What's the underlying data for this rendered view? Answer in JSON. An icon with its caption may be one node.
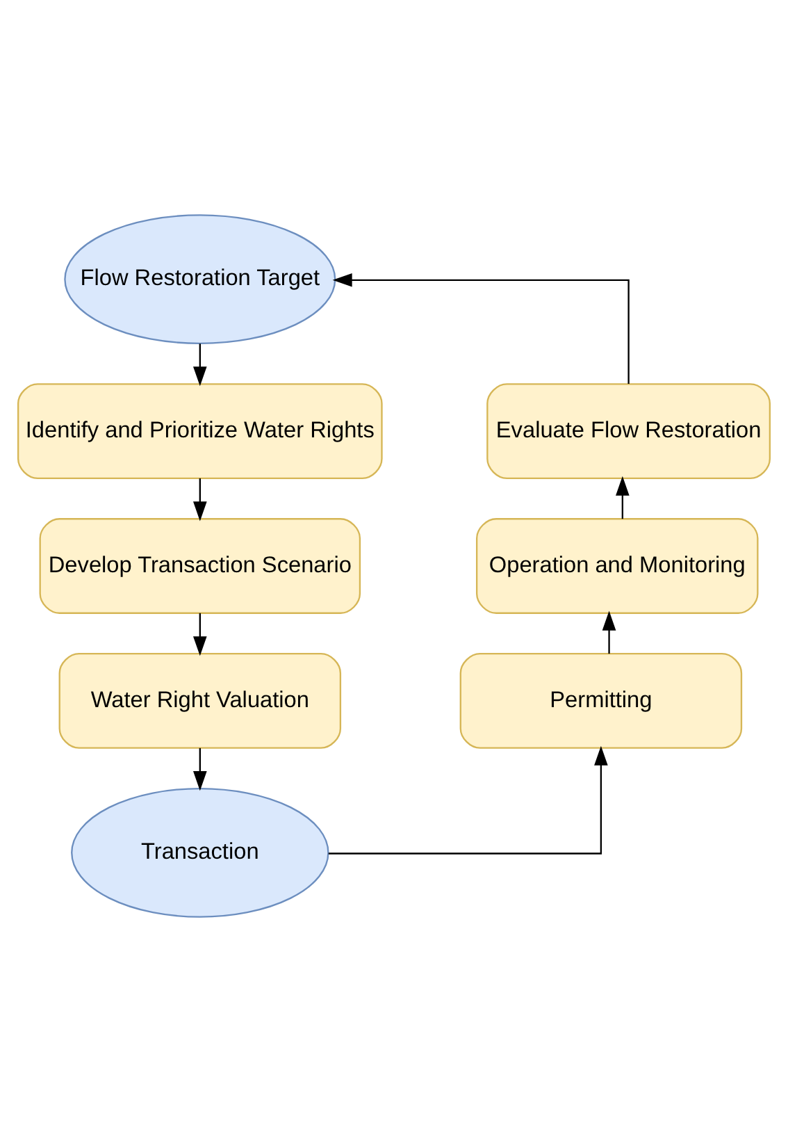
{
  "diagram": {
    "nodes": [
      {
        "text": [
          "Flow Restoration Target"
        ]
      },
      {
        "text": [
          "Identify and Prioritize Water Rights"
        ]
      },
      {
        "text": [
          "Develop Transaction Scenario"
        ]
      },
      {
        "text": [
          "Water Right Valuation"
        ]
      },
      {
        "text": [
          "Transaction"
        ]
      },
      {
        "text": [
          "Permitting"
        ]
      },
      {
        "text": [
          "Operation and Monitoring"
        ]
      },
      {
        "text": [
          "Evaluate Flow Restoration"
        ]
      }
    ],
    "edges": [
      {
        "from": 0,
        "to": 1,
        "arrow": "to"
      },
      {
        "from": 1,
        "to": 2,
        "arrow": "to"
      },
      {
        "from": 2,
        "to": 3,
        "arrow": "to"
      },
      {
        "from": 3,
        "to": 4,
        "arrow": "to"
      },
      {
        "from": 4,
        "to": 5,
        "arrow": "to"
      },
      {
        "from": 5,
        "to": 6,
        "arrow": "to"
      },
      {
        "from": 6,
        "to": 7,
        "arrow": "to"
      },
      {
        "from": 7,
        "to": 0,
        "arrow": "to"
      }
    ]
  }
}
